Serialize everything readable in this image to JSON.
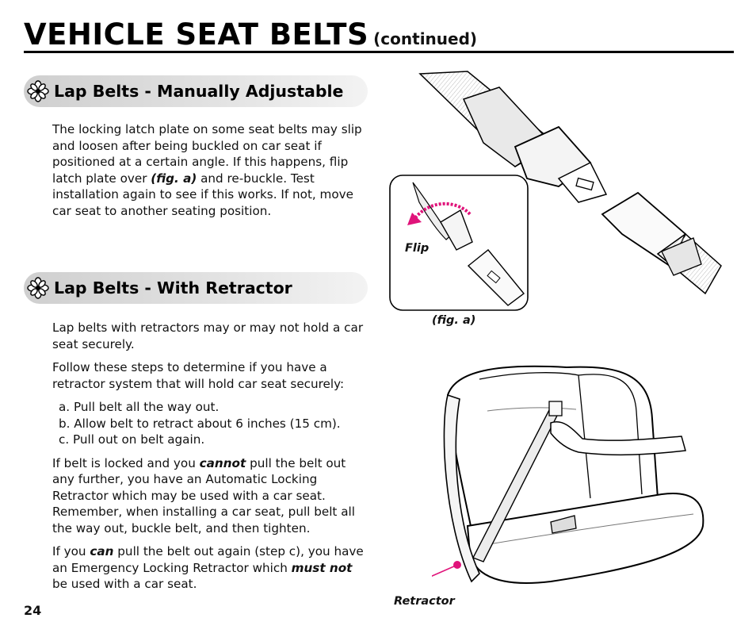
{
  "header": {
    "title": "VEHICLE SEAT BELTS",
    "subtitle": "(continued)"
  },
  "sections": [
    {
      "heading": "Lap Belts - Manually Adjustable",
      "icon": "flower-bullet-icon",
      "body": {
        "part1": "The locking latch plate on some seat belts may slip and loosen after being buckled on car seat if positioned at a certain angle. If this happens, flip latch plate over ",
        "emph1": "(fig. a)",
        "part2": " and re-buckle. Test installation again to see if this works. If not, move car seat to another seating position."
      }
    },
    {
      "heading": "Lap Belts - With Retractor",
      "icon": "flower-bullet-icon",
      "intro": "Lap belts with retractors may or may not hold a car seat securely.",
      "steps_intro": "Follow these steps to determine if you have a retractor system that will hold car seat securely:",
      "steps": [
        "a. Pull belt all the way out.",
        "b. Allow belt to retract about 6 inches (15 cm).",
        "c. Pull out on belt again."
      ],
      "para_cannot": {
        "before": "If belt is locked and you ",
        "emph": "cannot",
        "after": " pull the belt out any further, you have an Automatic Locking Retractor which may be used with a car seat. Remember, when installing a car seat, pull belt all the way out, buckle belt, and then tighten."
      },
      "para_can": {
        "before": "If you ",
        "emph1": "can",
        "middle": " pull the belt out again (step c), you have an Emergency Locking Retractor which ",
        "emph2": "must not",
        "after": " be used with a car seat."
      }
    }
  ],
  "figures": {
    "belt_illustration": {
      "flip_label": "Flip",
      "caption": "(fig. a)"
    },
    "seat_illustration": {
      "retractor_label": "Retractor",
      "pointer_color": "#e0137a"
    }
  },
  "page_number": "24",
  "colors": {
    "accent_arrow": "#e0137a",
    "heading_bar": "#d9d9d9"
  }
}
